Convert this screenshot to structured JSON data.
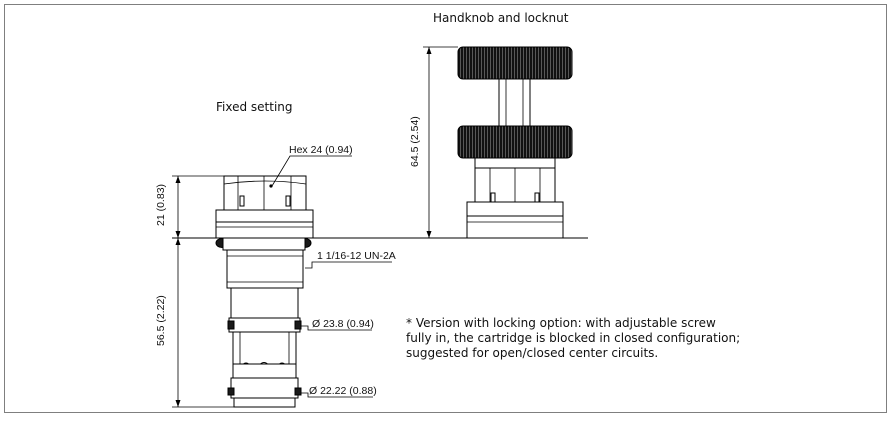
{
  "views": {
    "handknob_title": "Handknob and locknut",
    "fixed_title": "Fixed setting"
  },
  "dimensions": {
    "hex": "Hex 24 (0.94)",
    "upper_height": "21 (0.83)",
    "lower_height": "56.5 (2.22)",
    "handknob_height": "64.5 (2.54)",
    "thread": "1  1/16-12 UN-2A",
    "dia_upper": "Ø 23.8 (0.94)",
    "dia_lower": "Ø 22.22 (0.88)"
  },
  "note": {
    "line1": "* Version with locking option: with adjustable screw",
    "line2": "fully in, the cartridge is blocked in closed configuration;",
    "line3": "suggested for open/closed center circuits."
  }
}
